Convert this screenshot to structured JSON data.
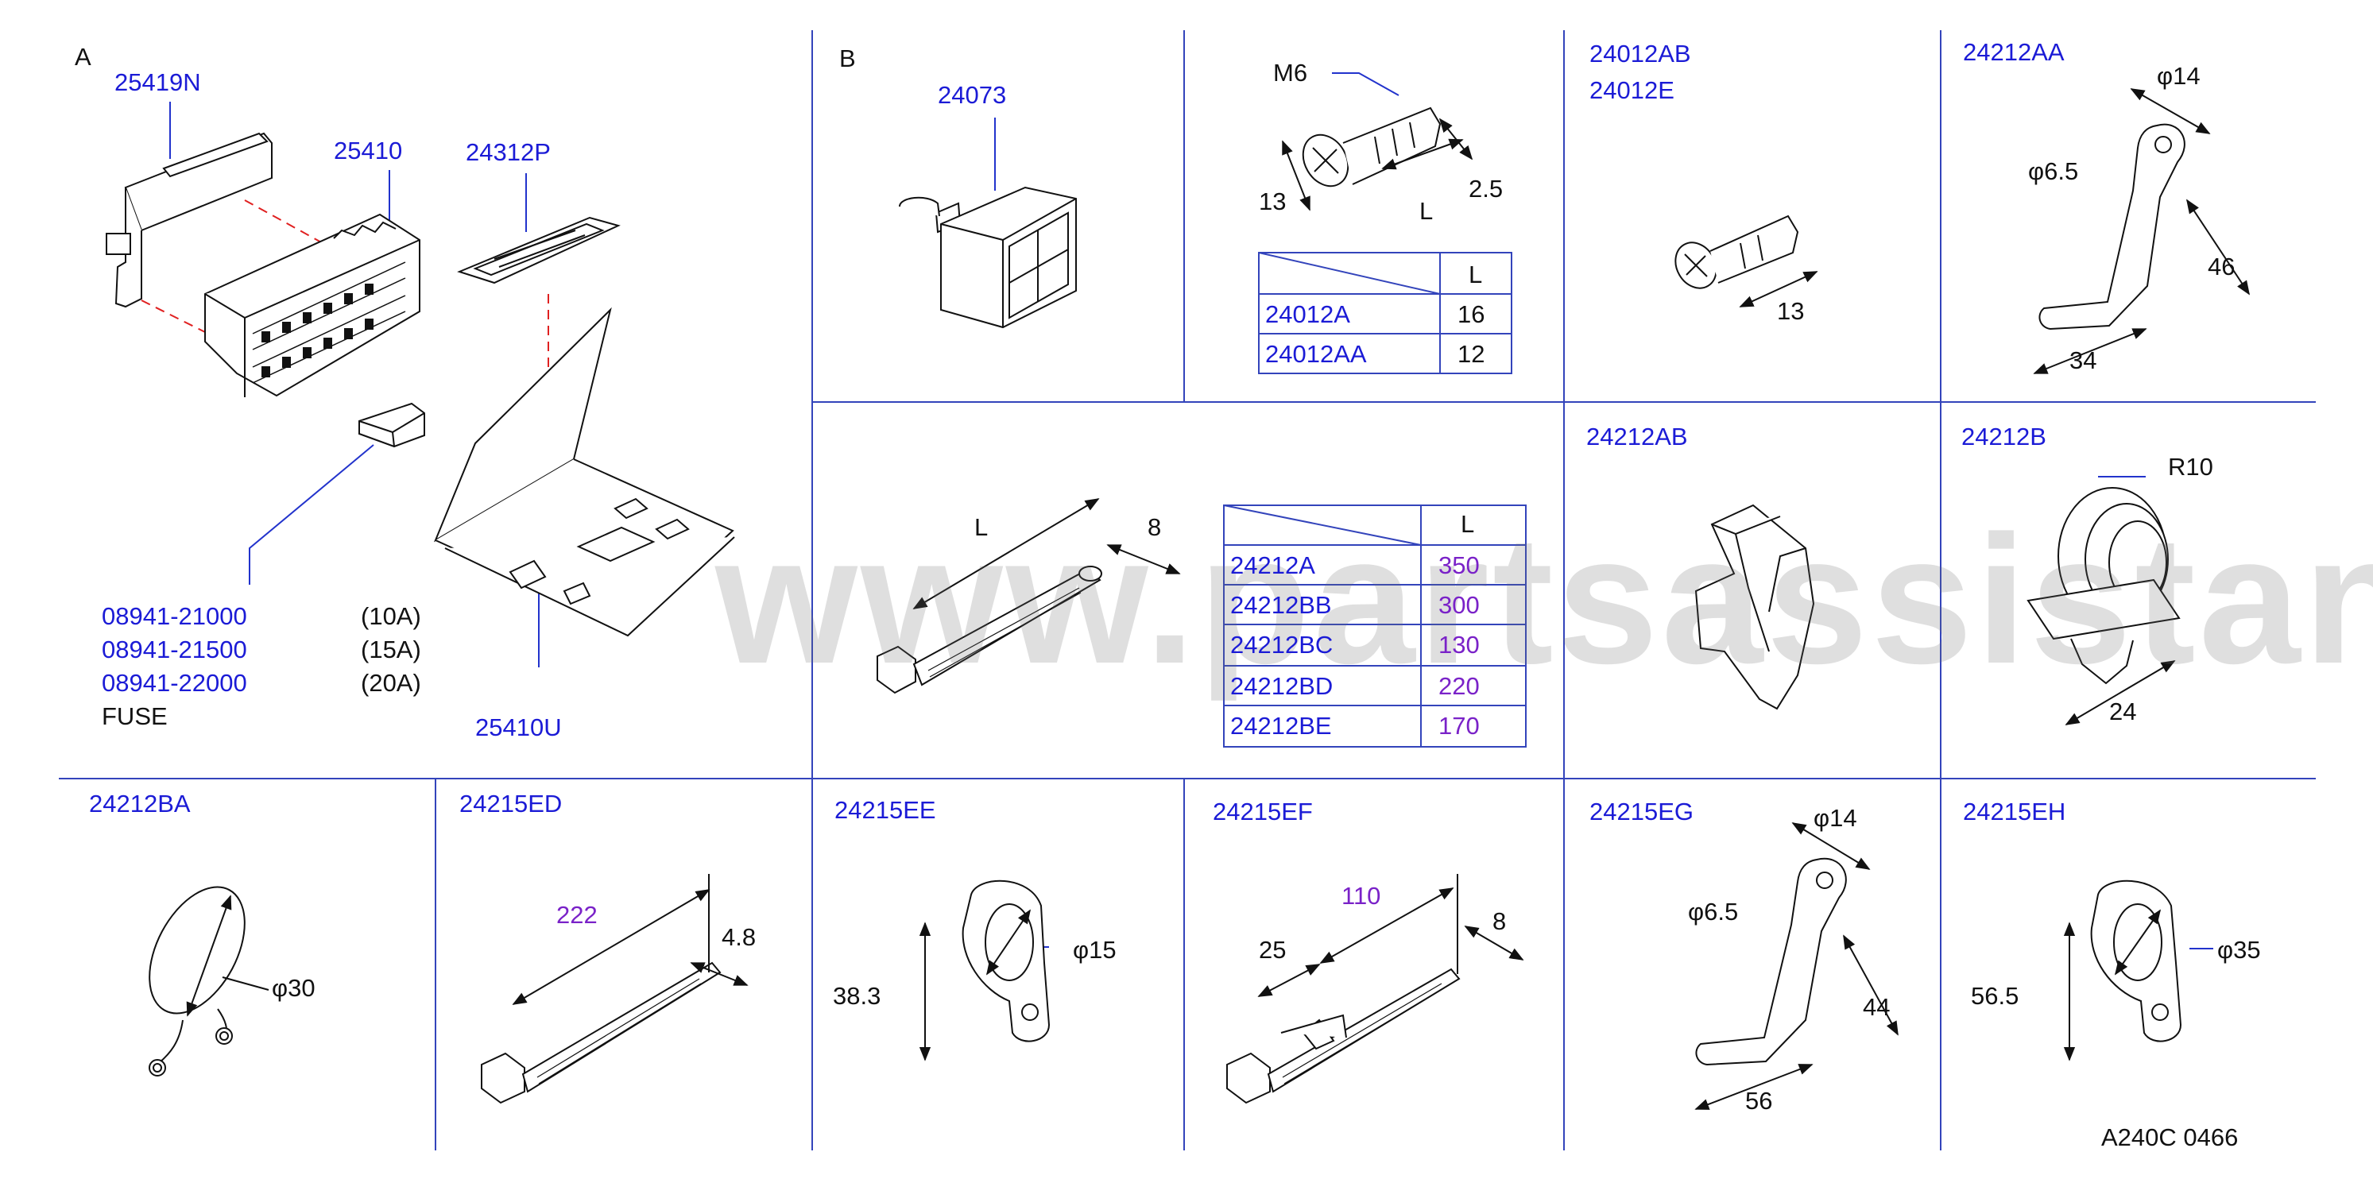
{
  "watermark": "www.partsassistant.com",
  "footer_code": "A240C  0466",
  "colors": {
    "part_number": "#1b1bd6",
    "dimension": "#111111",
    "length_value": "#7a22c8",
    "grid_line": "#3344bb",
    "leader_line": "#2233cc",
    "cut_line": "#e02020"
  },
  "section_a": {
    "letter": "A",
    "parts": [
      "25419N",
      "25410",
      "24312P",
      "25410U"
    ],
    "fuse": {
      "parts": [
        {
          "pn": "08941-21000",
          "rating": "(10A)"
        },
        {
          "pn": "08941-21500",
          "rating": "(15A)"
        },
        {
          "pn": "08941-22000",
          "rating": "(20A)"
        }
      ],
      "label": "FUSE"
    }
  },
  "section_b": {
    "letter": "B",
    "part": "24073"
  },
  "bolt_m6": {
    "thread": "M6",
    "dim_head": "13",
    "dim_len": "L",
    "dim_end": "2.5",
    "table": {
      "header": "L",
      "rows": [
        {
          "pn": "24012A",
          "l": "16"
        },
        {
          "pn": "24012AA",
          "l": "12"
        }
      ]
    }
  },
  "bolt_24012": {
    "parts": [
      "24012AB",
      "24012E"
    ],
    "dim": "13"
  },
  "clip_24212AA": {
    "part": "24212AA",
    "d_outer": "φ14",
    "d_hole": "φ6.5",
    "dim_height": "46",
    "dim_width": "34"
  },
  "tie_24212A": {
    "dim_len": "L",
    "dim_width": "8",
    "table": {
      "header": "L",
      "rows": [
        {
          "pn": "24212A",
          "l": "350"
        },
        {
          "pn": "24212BB",
          "l": "300"
        },
        {
          "pn": "24212BC",
          "l": "130"
        },
        {
          "pn": "24212BD",
          "l": "220"
        },
        {
          "pn": "24212BE",
          "l": "170"
        }
      ]
    }
  },
  "clip_24212AB": {
    "part": "24212AB"
  },
  "clip_24212B": {
    "part": "24212B",
    "radius": "R10",
    "dim": "24"
  },
  "ring_24212BA": {
    "part": "24212BA",
    "diameter": "φ30"
  },
  "tie_24215ED": {
    "part": "24215ED",
    "length": "222",
    "width": "4.8"
  },
  "clamp_24215EE": {
    "part": "24215EE",
    "height": "38.3",
    "diameter": "φ15"
  },
  "tie_24215EF": {
    "part": "24215EF",
    "length": "110",
    "offset": "25",
    "width": "8"
  },
  "clip_24215EG": {
    "part": "24215EG",
    "d_outer": "φ14",
    "d_hole": "φ6.5",
    "dim_height": "44",
    "dim_width": "56"
  },
  "clamp_24215EH": {
    "part": "24215EH",
    "height": "56.5",
    "diameter": "φ35"
  }
}
